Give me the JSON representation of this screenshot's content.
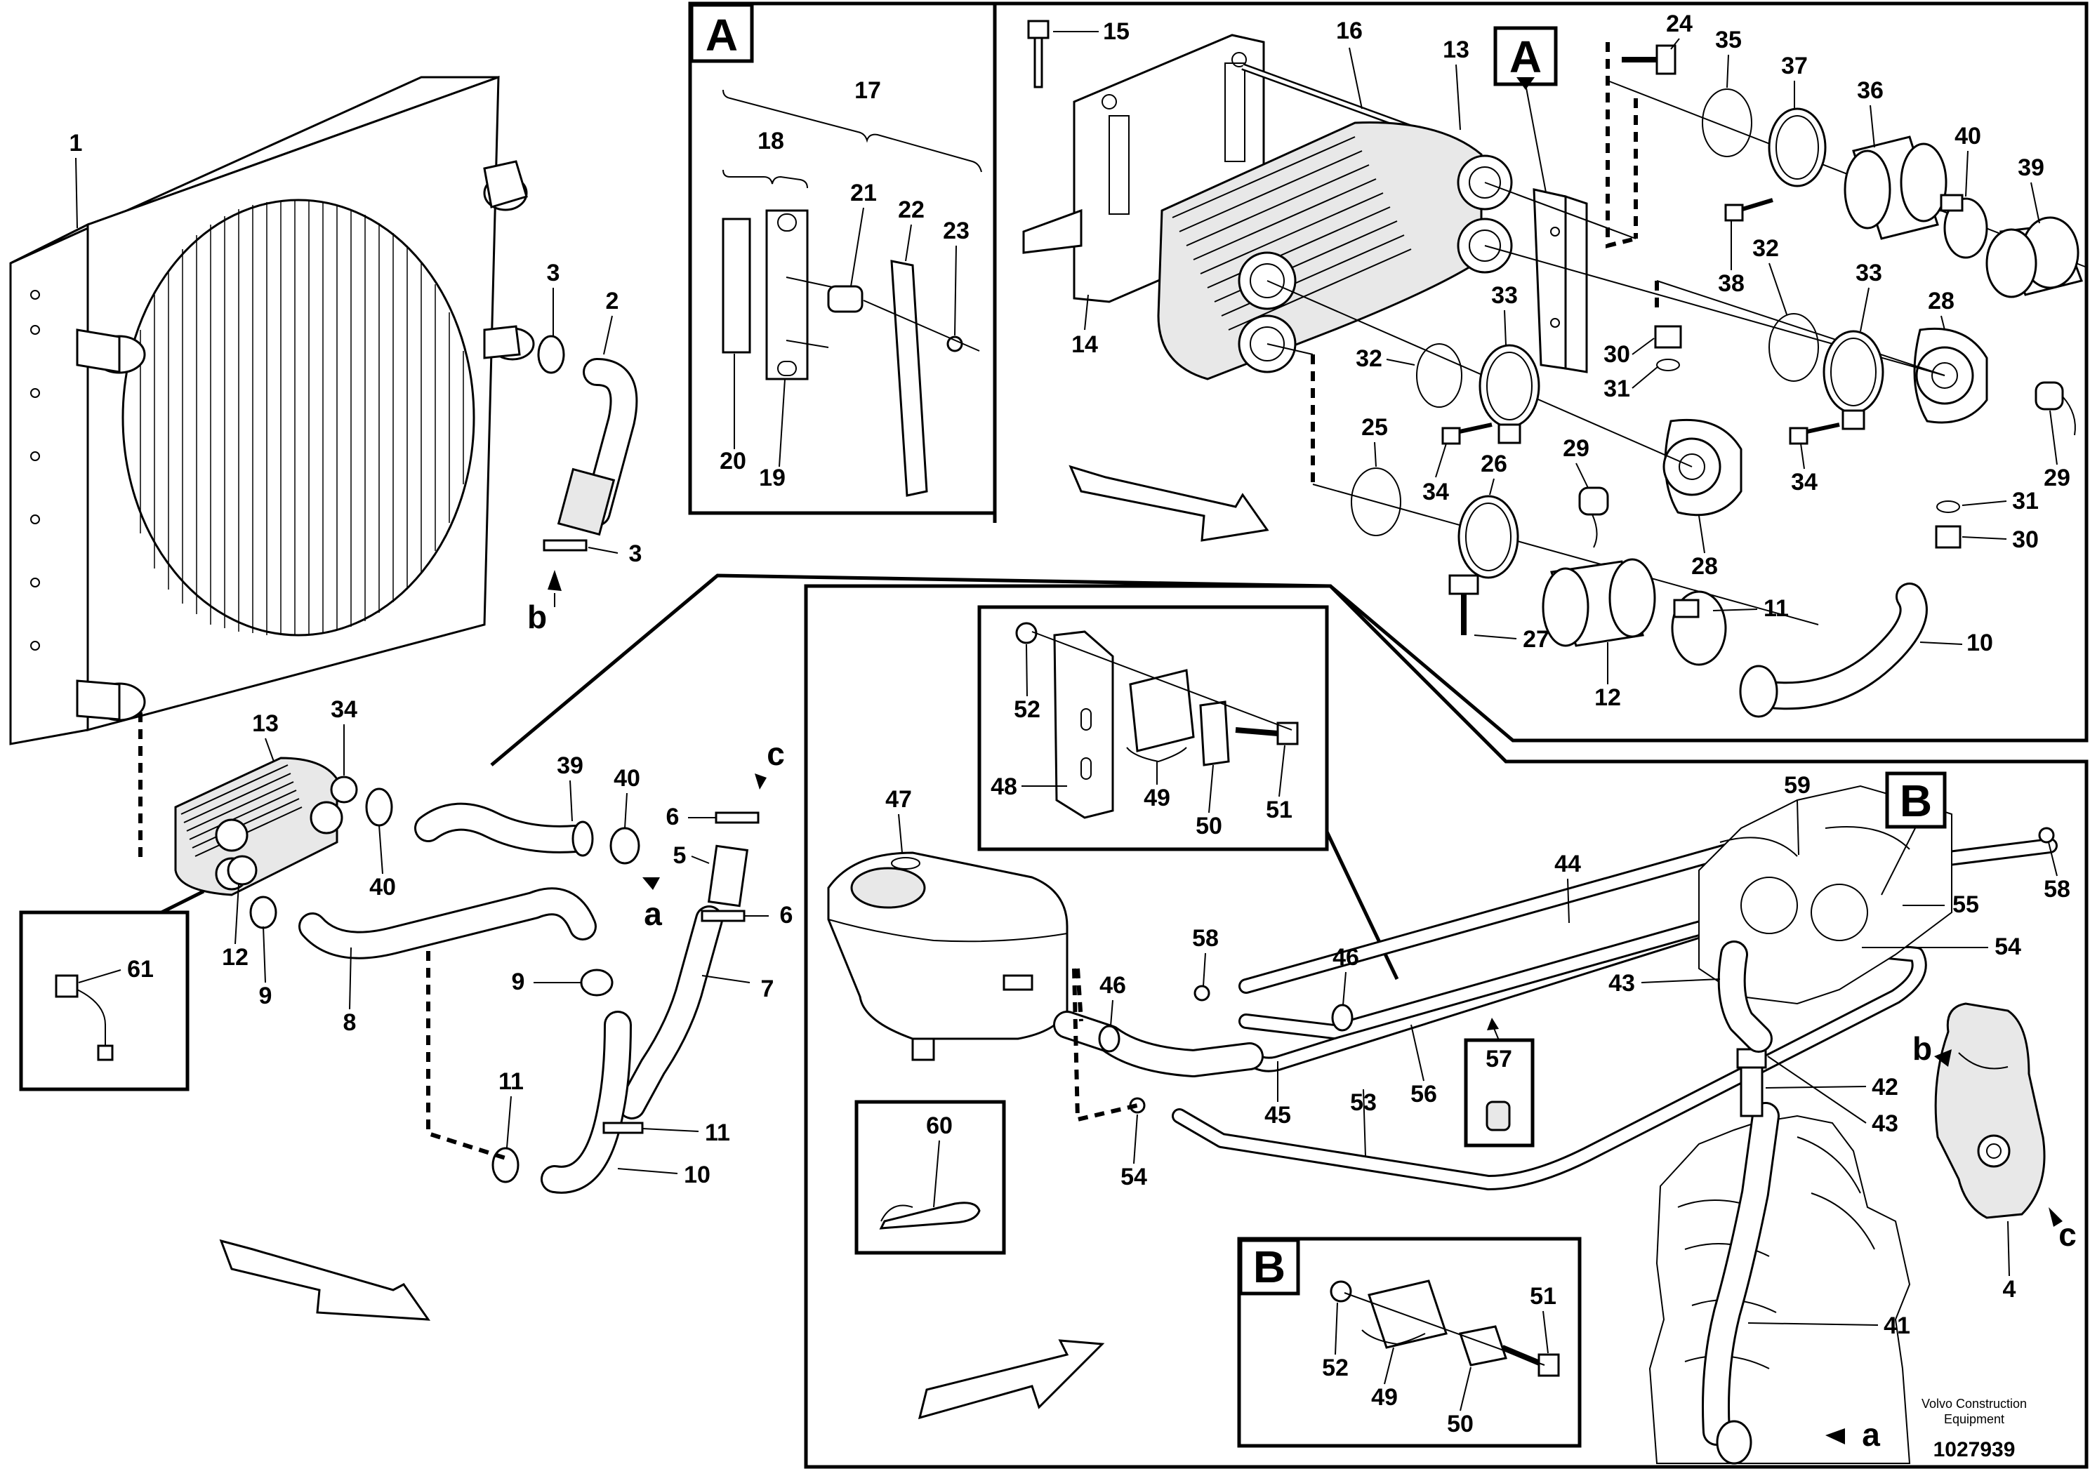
{
  "inset_labels": {
    "detail_a": "A",
    "detail_b": "B"
  },
  "ref_letters": {
    "a": "a",
    "b": "b",
    "c": "c"
  },
  "footer": {
    "brand_line1": "Volvo Construction",
    "brand_line2": "Equipment",
    "doc_number": "1027939"
  },
  "callouts": {
    "radiator": [
      "1",
      "2",
      "3",
      "3"
    ],
    "oil_cooler_left": [
      "13",
      "34",
      "12",
      "9",
      "8",
      "39",
      "40",
      "40",
      "5",
      "6",
      "6",
      "7",
      "9",
      "11",
      "11",
      "10",
      "61"
    ],
    "detail_a_small": [
      "17",
      "18",
      "21",
      "22",
      "23",
      "20",
      "19"
    ],
    "detail_a_large": [
      "15",
      "16",
      "13",
      "24",
      "35",
      "37",
      "36",
      "40",
      "39",
      "38",
      "14",
      "32",
      "33",
      "32",
      "33",
      "28",
      "30",
      "31",
      "29",
      "34",
      "34",
      "29",
      "31",
      "30",
      "25",
      "26",
      "28",
      "27",
      "11",
      "10",
      "12"
    ],
    "tank_section": [
      "52",
      "48",
      "49",
      "50",
      "51",
      "47",
      "58",
      "46",
      "46",
      "44",
      "59",
      "58",
      "55",
      "54",
      "43",
      "42",
      "43",
      "45",
      "53",
      "56",
      "57",
      "54",
      "60",
      "4",
      "41"
    ],
    "detail_b": [
      "52",
      "49",
      "50",
      "51"
    ]
  }
}
